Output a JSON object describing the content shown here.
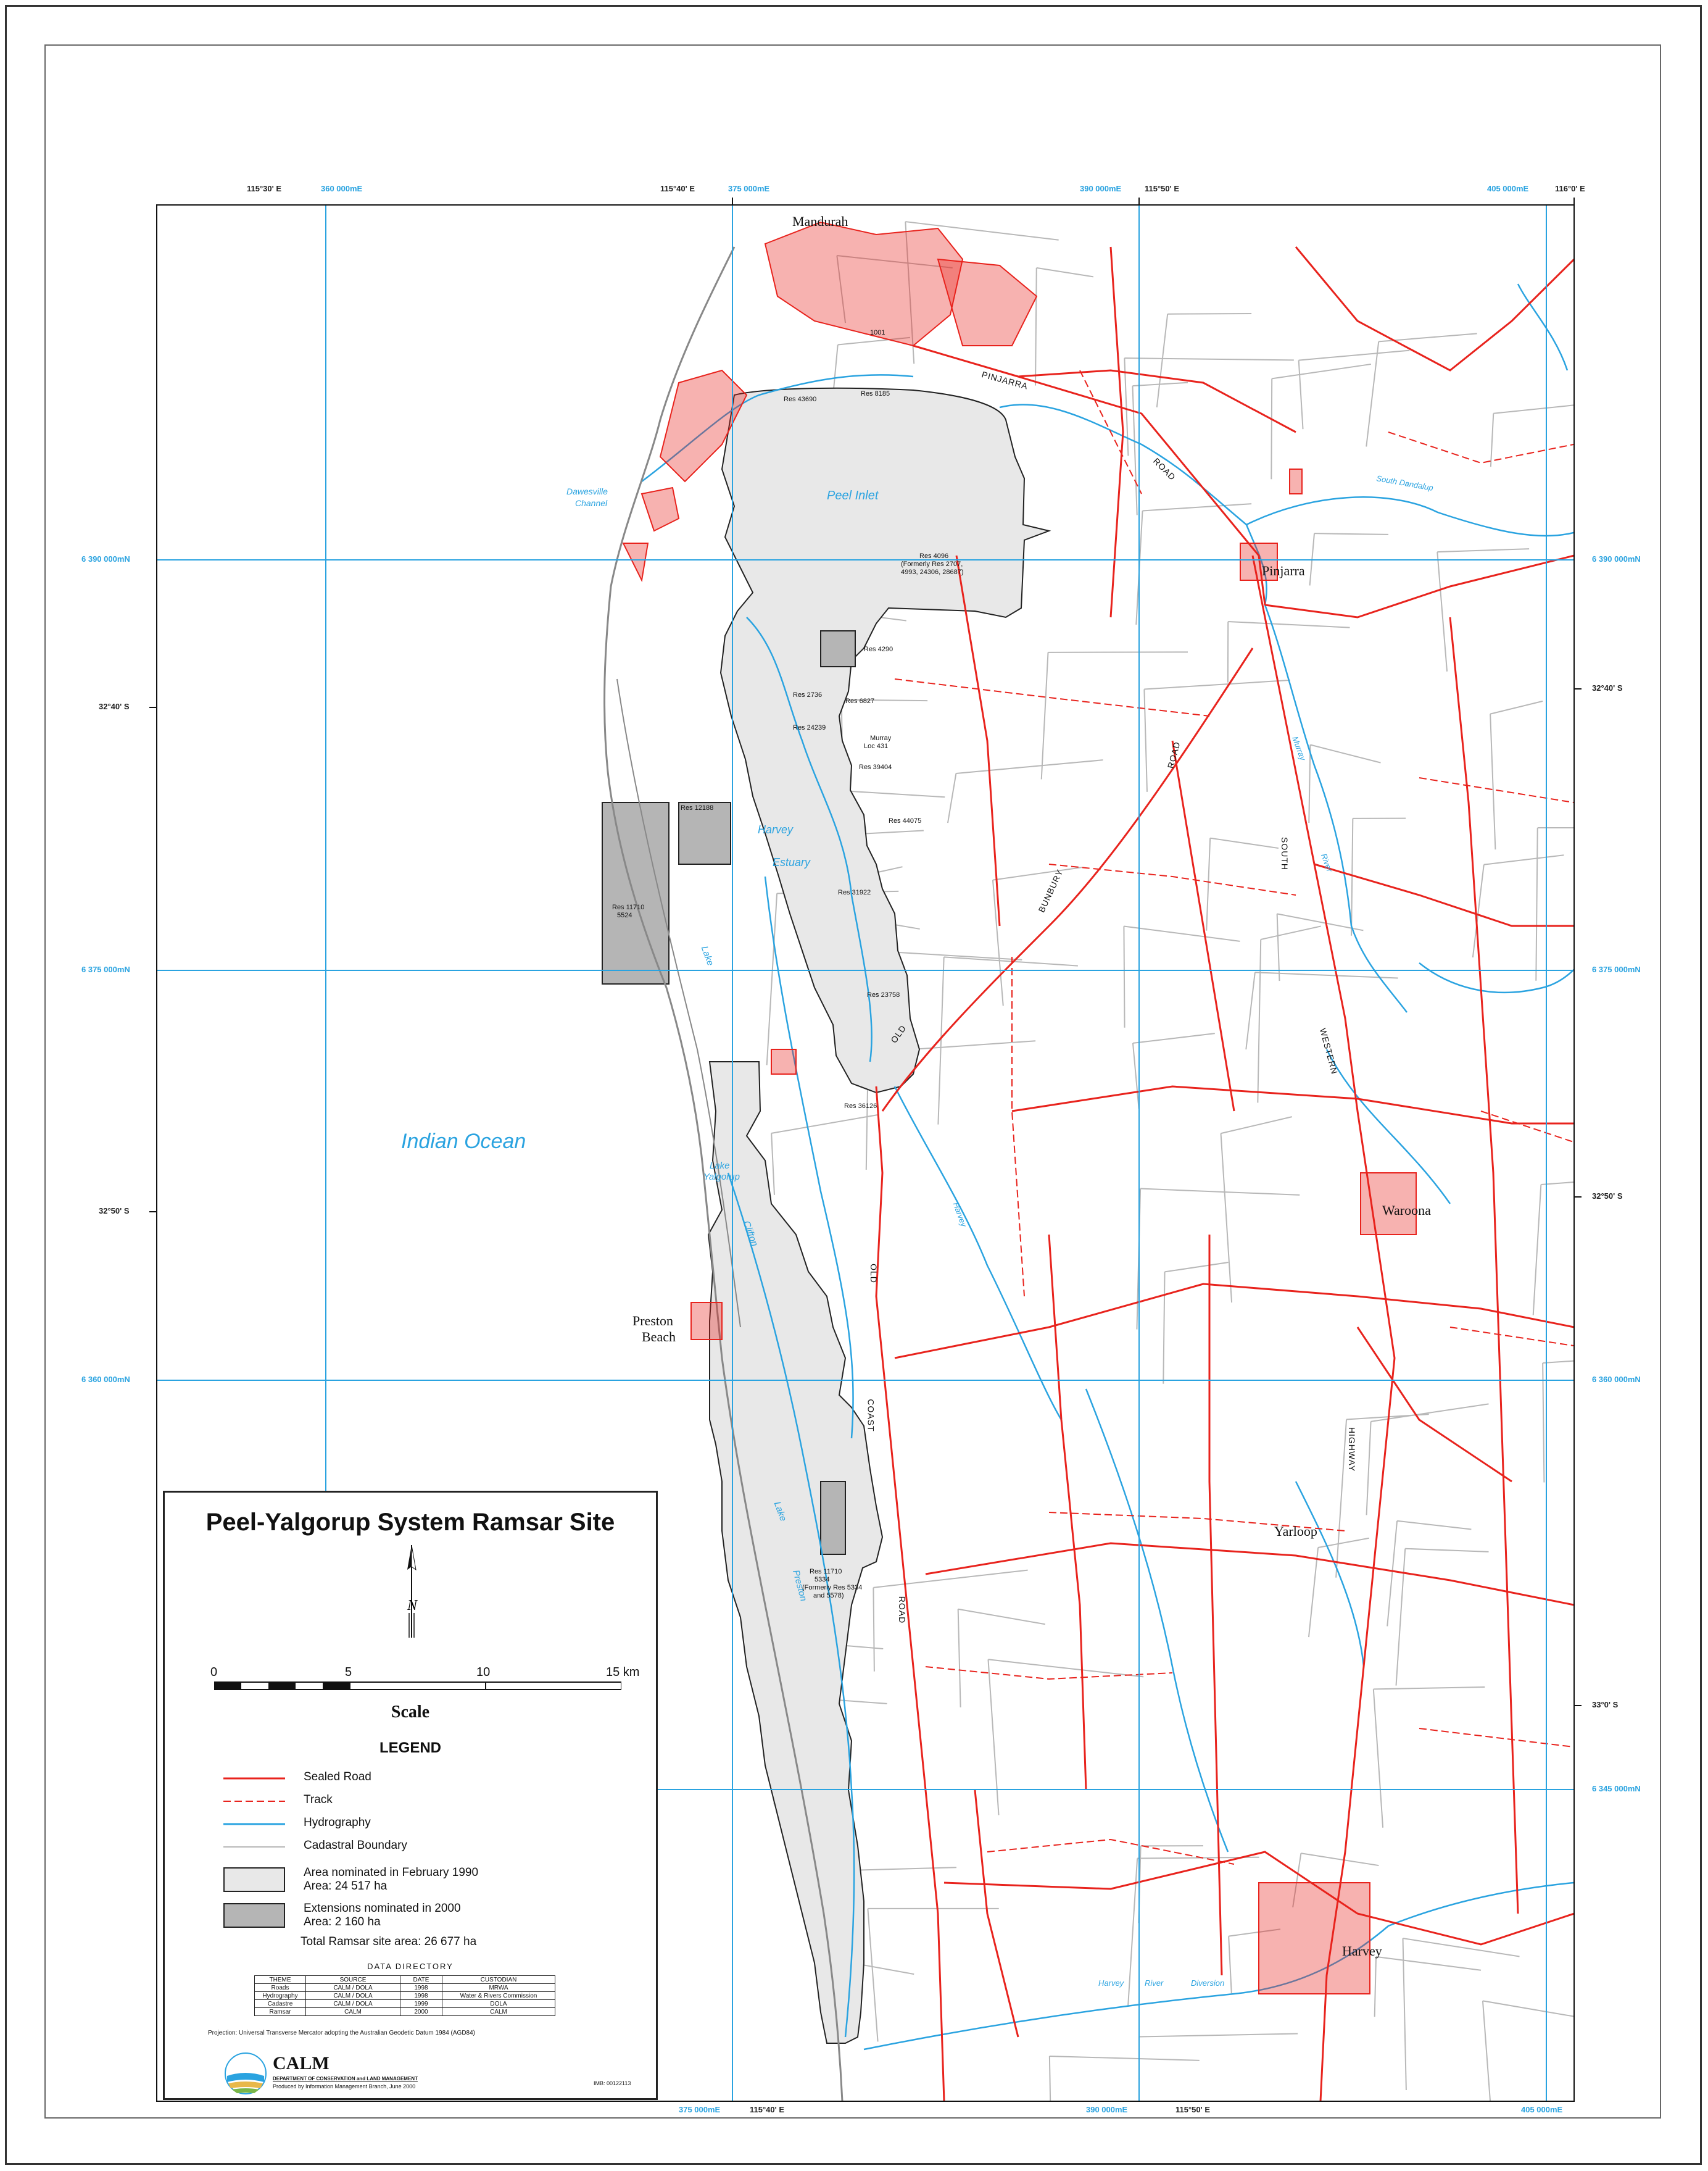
{
  "map": {
    "title": "Peel-Yalgorup System Ramsar Site",
    "colors": {
      "sealed_road": "#e8231d",
      "hydrography": "#2aa3e0",
      "cadastral": "#b8b8b8",
      "area_1990": "#e8e8e8",
      "area_2000": "#b5b5b5"
    },
    "top_labels": {
      "lon1": "115°30' E",
      "e360": "360 000mE",
      "lon2": "115°40' E",
      "e375": "375 000mE",
      "e390": "390 000mE",
      "lon3": "115°50' E",
      "e405": "405 000mE",
      "lon4": "116°0' E"
    },
    "bottom_labels": {
      "e375": "375 000mE",
      "lon2": "115°40' E",
      "e390": "390 000mE",
      "lon3": "115°50' E",
      "e405": "405 000mE"
    },
    "left_labels": {
      "n6390": "6 390 000mN",
      "lat1": "32°40' S",
      "n6375": "6 375 000mN",
      "lat2": "32°50' S",
      "n6360": "6 360 000mN"
    },
    "right_labels": {
      "n6390": "6 390 000mN",
      "lat1": "32°40' S",
      "n6375": "6 375 000mN",
      "lat2": "32°50' S",
      "n6360": "6 360 000mN",
      "lat3": "33°0' S",
      "n6345": "6 345 000mN"
    },
    "towns": {
      "mandurah": "Mandurah",
      "pinjarra": "Pinjarra",
      "waroona": "Waroona",
      "preston1": "Preston",
      "preston2": "Beach",
      "yarloop": "Yarloop",
      "harvey": "Harvey"
    },
    "water": {
      "indian_ocean": "Indian   Ocean",
      "peel_inlet": "Peel     Inlet",
      "dawesville1": "Dawesville",
      "dawesville2": "Channel",
      "harvey": "Harvey",
      "estuary": "Estuary",
      "lake1": "Lake",
      "lake_yalgorup1": "Lake",
      "lake_yalgorup2": "Yalgorup",
      "clifton": "Clifton",
      "lake_preston1": "Lake",
      "lake_preston2": "Preston",
      "murray": "Murray",
      "river": "River",
      "south_dandalup": "South        Dandalup",
      "harvey_river": "Harvey",
      "harvey_div1": "Harvey",
      "harvey_div2": "River",
      "harvey_div3": "Diversion"
    },
    "roads": {
      "pinjarra": "PINJARRA",
      "road1": "ROAD",
      "road2": "ROAD",
      "south": "SOUTH",
      "western": "WESTERN",
      "highway": "HIGHWAY",
      "bunbury": "BUNBURY",
      "old1": "OLD",
      "old2": "OLD",
      "coast": "COAST",
      "road3": "ROAD"
    },
    "reserves": {
      "r1001": "1001",
      "r43690": "Res 43690",
      "r8185": "Res 8185",
      "r4096a": "Res 4096",
      "r4096b": "(Formerly Res 2707,",
      "r4096c": "4993, 24306, 28687)",
      "r4290": "Res 4290",
      "r2736": "Res 2736",
      "r6827": "Res 6827",
      "r24239": "Res 24239",
      "murray1": "Murray",
      "murray2": "Loc 431",
      "r39404": "Res 39404",
      "r12188": "Res 12188",
      "r44075": "Res 44075",
      "r11710a": "Res 11710",
      "r11710b": "5524",
      "r31922": "Res 31922",
      "r23758": "Res 23758",
      "r36126": "Res 36126",
      "r11710c": "Res 11710",
      "r11710d": "5334",
      "r11710e": "(Formerly Res 5334",
      "r11710f": "and 5578)"
    }
  },
  "legend": {
    "title": "Peel-Yalgorup System Ramsar Site",
    "north_symbol": "N",
    "scale_numbers": [
      "0",
      "5",
      "10",
      "15 km"
    ],
    "scale_caption": "Scale",
    "heading": "LEGEND",
    "items": [
      {
        "label": "Sealed Road"
      },
      {
        "label": "Track"
      },
      {
        "label": "Hydrography"
      },
      {
        "label": "Cadastral Boundary"
      },
      {
        "label": "Area nominated in February 1990",
        "sub": "Area: 24 517 ha"
      },
      {
        "label": "Extensions nominated in 2000",
        "sub": "Area: 2 160 ha"
      }
    ],
    "total": "Total Ramsar site area: 26 677 ha",
    "data_directory": {
      "title": "DATA DIRECTORY",
      "headers": [
        "THEME",
        "SOURCE",
        "DATE",
        "CUSTODIAN"
      ],
      "rows": [
        [
          "Roads",
          "CALM / DOLA",
          "1998",
          "MRWA"
        ],
        [
          "Hydrography",
          "CALM / DOLA",
          "1998",
          "Water & Rivers Commission"
        ],
        [
          "Cadastre",
          "CALM / DOLA",
          "1999",
          "DOLA"
        ],
        [
          "Ramsar",
          "CALM",
          "2000",
          "CALM"
        ]
      ]
    },
    "projection": "Projection:  Universal Transverse Mercator adopting the Australian Geodetic Datum 1984 (AGD84)",
    "calm_name": "CALM",
    "calm_full": "DEPARTMENT OF CONSERVATION and LAND MANAGEMENT",
    "produced": "Produced by Information Management Branch, June 2000",
    "imb_code": "IMB: 00122113"
  }
}
